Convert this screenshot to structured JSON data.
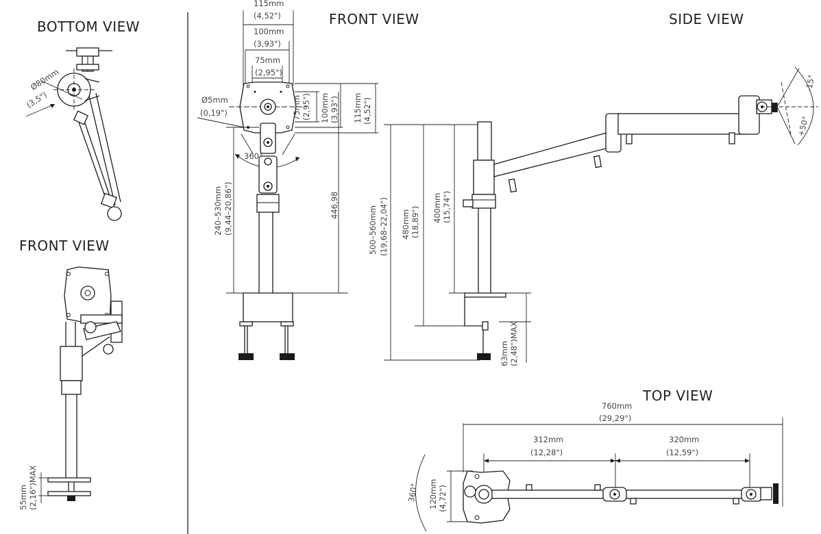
{
  "views": {
    "bottom_view": "BOTTOM VIEW",
    "front_view_left": "FRONT VIEW",
    "front_view_center": "FRONT VIEW",
    "side_view": "SIDE VIEW",
    "top_view": "TOP VIEW"
  },
  "dimensions": {
    "base_dia_mm": "Ø80mm",
    "base_dia_in": "(3,5\")",
    "left_clamp_mm": "55mm",
    "left_clamp_in": "(2,16\")MAX",
    "vesa_115_mm": "115mm",
    "vesa_115_in": "(4,52\")",
    "vesa_100_mm": "100mm",
    "vesa_100_in": "(3,93\")",
    "vesa_75_mm": "75mm",
    "vesa_75_in": "(2,95\")",
    "hole_mm": "Ø5mm",
    "hole_in": "(0,19\")",
    "rot_360_front": "360°",
    "v75_mm": "75mm",
    "v75_in": "(2,95\")",
    "v100_mm": "100mm",
    "v100_in": "(3,93\")",
    "v115_mm": "115mm",
    "v115_in": "(4,52\")",
    "pole_range_mm": "240–530mm",
    "pole_range_in": "(9,44–20,86\")",
    "pole_446": "446,98",
    "side_total_mm": "500–560mm",
    "side_total_in": "(19,68–22,04\")",
    "side_480_mm": "480mm",
    "side_480_in": "(18,89\")",
    "side_400_mm": "400mm",
    "side_400_in": "(15,74\")",
    "side_clamp_mm": "63mm",
    "side_clamp_in": "(2,48\")MAX",
    "tilt_up": "-15°",
    "tilt_down": "+50°",
    "top_760_mm": "760mm",
    "top_760_in": "(29,29\")",
    "top_312_mm": "312mm",
    "top_312_in": "(12,28\")",
    "top_320_mm": "320mm",
    "top_320_in": "(12,59\")",
    "top_120_mm": "120mm",
    "top_120_in": "(4,72\")",
    "top_rot": "360°"
  }
}
